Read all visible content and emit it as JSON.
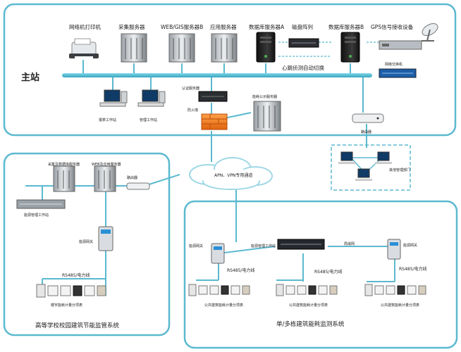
{
  "main_station": {
    "title": "主站",
    "devices": {
      "printer": "网络机打印机",
      "collect_server": "采集服务器",
      "web_gis_server": "WEB/GIS服务器B",
      "app_server": "应用服务器",
      "db_server_a": "数据库服务器A",
      "disk_array": "磁盘阵列",
      "db_server_b": "数据库服务器B",
      "gps": "GPS信号接收设备",
      "heartbeat": "心跳侦测自动切换",
      "switch": "网络交换机",
      "auth_server": "认证服务器",
      "report_ws": "报表工作站",
      "manage_ws": "管理工作站",
      "firewall": "防火墙",
      "energy_pub_server": "能耗公示服务器",
      "router": "路由器"
    }
  },
  "cloud": {
    "label": "APN、VPN专用通道"
  },
  "other_depts": {
    "label": "其他管理部门"
  },
  "campus": {
    "title": "高等学校校园建筑节能监管系统",
    "collect_server": "采集及数据库服务器",
    "web_server": "WEB及应用服务器",
    "router": "路由器",
    "energy_ws": "能源管理工作站",
    "gateway": "能源网关",
    "bus": "RS485/电力线",
    "meters": "楼宇能耗计量分项表"
  },
  "building": {
    "title": "单/多栋建筑能耗监测系统",
    "gateway": "能源网关",
    "ws": "能源管理工作站",
    "lan": "局域网",
    "bus": "RS485/电力线",
    "meters": "公共建筑能耗计量分项表"
  }
}
